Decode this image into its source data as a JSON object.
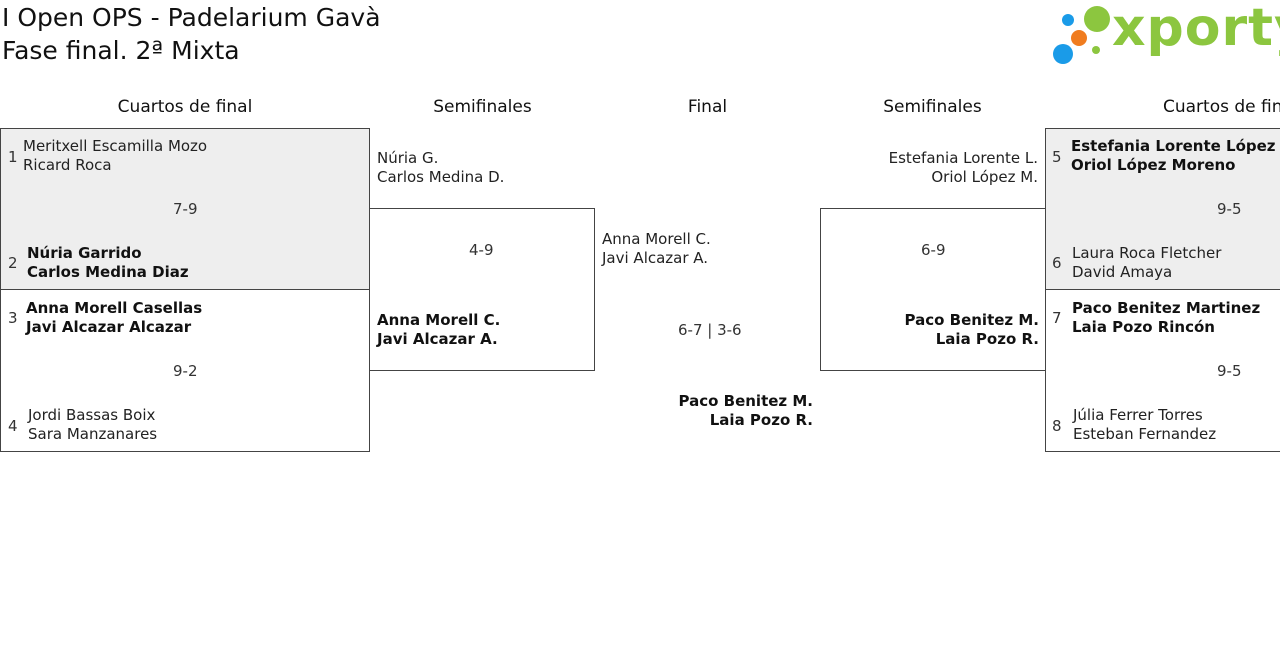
{
  "header": {
    "title_line1": "I Open OPS - Padelarium Gavà",
    "title_line2": "Fase final. 2ª Mixta",
    "logo_text": "xporty",
    "logo_colors": {
      "green": "#8cc63f",
      "blue": "#1a9be8",
      "orange": "#f07c1f"
    }
  },
  "rounds": {
    "left_quarters": "Cuartos de final",
    "left_semis": "Semifinales",
    "final": "Final",
    "right_semis": "Semifinales",
    "right_quarters": "Cuartos de fin"
  },
  "left_quarters": [
    {
      "seed1": "1",
      "p1a": "Meritxell Escamilla Mozo",
      "p1b": "Ricard Roca",
      "score": "7-9",
      "seed2": "2",
      "p2a": "Núria Garrido",
      "p2b": "Carlos Medina Diaz"
    },
    {
      "seed1": "3",
      "p1a": "Anna Morell Casellas",
      "p1b": "Javi Alcazar Alcazar",
      "score": "9-2",
      "seed2": "4",
      "p2a": "Jordi Bassas Boix",
      "p2b": "Sara Manzanares"
    }
  ],
  "left_semi": {
    "t1a": "Núria G.",
    "t1b": "Carlos Medina D.",
    "score": "4-9",
    "t2a": "Anna Morell C.",
    "t2b": "Javi Alcazar A."
  },
  "final": {
    "t1a": "Anna Morell C.",
    "t1b": "Javi Alcazar A.",
    "score": "6-7 | 3-6",
    "t2a": "Paco Benitez M.",
    "t2b": "Laia Pozo R."
  },
  "right_semi": {
    "t1a": "Estefania Lorente L.",
    "t1b": "Oriol López M.",
    "score": "6-9",
    "t2a": "Paco Benitez M.",
    "t2b": "Laia Pozo R."
  },
  "right_quarters": [
    {
      "seed1": "5",
      "p1a": "Estefania Lorente López",
      "p1b": "Oriol López Moreno",
      "score": "9-5",
      "seed2": "6",
      "p2a": "Laura Roca Fletcher",
      "p2b": "David Amaya"
    },
    {
      "seed1": "7",
      "p1a": "Paco Benitez Martinez",
      "p1b": "Laia Pozo Rincón",
      "score": "9-5",
      "seed2": "8",
      "p2a": "Júlia Ferrer Torres",
      "p2b": "Esteban Fernandez"
    }
  ]
}
